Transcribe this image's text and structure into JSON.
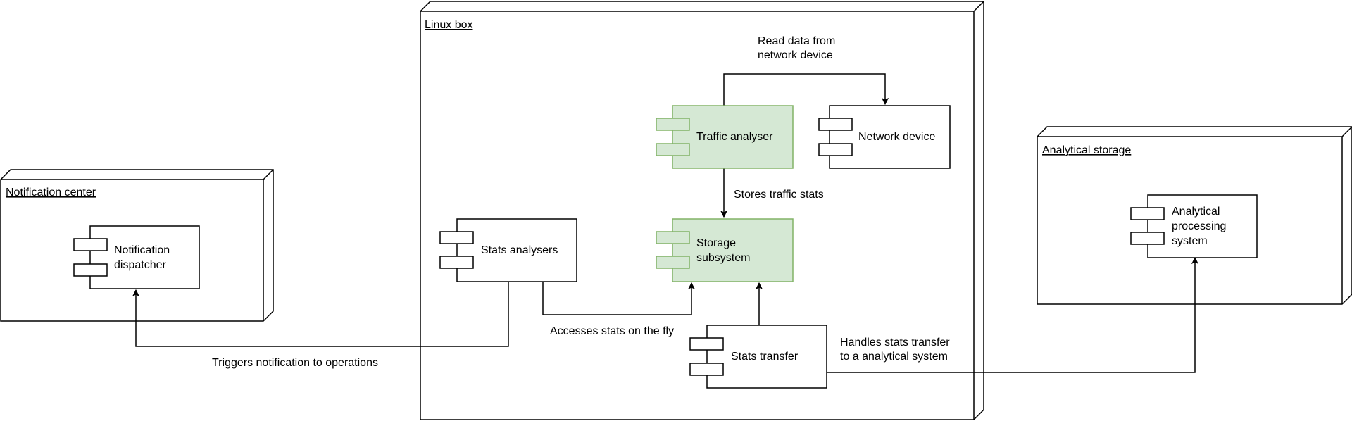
{
  "colors": {
    "highlight_fill": "#d5e8d4",
    "highlight_stroke": "#82b366",
    "default_fill": "#ffffff",
    "default_stroke": "#000000"
  },
  "nodes": [
    {
      "id": "notification-center",
      "title": "Notification center"
    },
    {
      "id": "linux-box",
      "title": "Linux box"
    },
    {
      "id": "analytical-storage",
      "title": "Analytical storage"
    }
  ],
  "components": [
    {
      "id": "notification-dispatcher",
      "lines": [
        "Notification",
        "dispatcher"
      ],
      "highlighted": false
    },
    {
      "id": "traffic-analyser",
      "lines": [
        "Traffic analyser"
      ],
      "highlighted": true
    },
    {
      "id": "network-device",
      "lines": [
        "Network device"
      ],
      "highlighted": false
    },
    {
      "id": "stats-analysers",
      "lines": [
        "Stats analysers"
      ],
      "highlighted": false
    },
    {
      "id": "storage-subsystem",
      "lines": [
        "Storage",
        "subsystem"
      ],
      "highlighted": true
    },
    {
      "id": "stats-transfer",
      "lines": [
        "Stats transfer"
      ],
      "highlighted": false
    },
    {
      "id": "analytical-processing-system",
      "lines": [
        "Analytical",
        "processing",
        "system"
      ],
      "highlighted": false
    }
  ],
  "edges": [
    {
      "id": "read-data",
      "from": "traffic-analyser",
      "to": "network-device",
      "label": [
        "Read data from",
        "network device"
      ]
    },
    {
      "id": "stores-stats",
      "from": "traffic-analyser",
      "to": "storage-subsystem",
      "label": [
        "Stores traffic stats"
      ]
    },
    {
      "id": "accesses-stats",
      "from": "stats-analysers",
      "to": "storage-subsystem",
      "label": [
        "Accesses stats on the fly"
      ]
    },
    {
      "id": "transfer-to-storage",
      "from": "stats-transfer",
      "to": "storage-subsystem",
      "label": []
    },
    {
      "id": "triggers-notification",
      "from": "stats-analysers",
      "to": "notification-dispatcher",
      "label": [
        "Triggers notification to operations"
      ]
    },
    {
      "id": "handles-transfer",
      "from": "stats-transfer",
      "to": "analytical-processing-system",
      "label": [
        "Handles stats transfer",
        "to a analytical system"
      ]
    }
  ]
}
